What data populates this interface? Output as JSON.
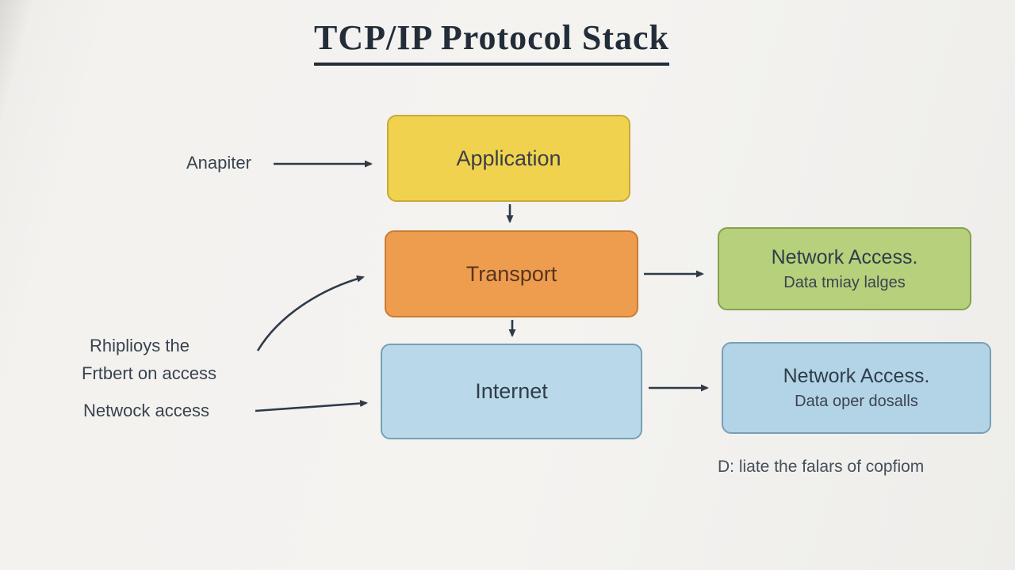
{
  "title": "TCP/IP Protocol Stack",
  "stack": {
    "application": {
      "label": "Application"
    },
    "transport": {
      "label": "Transport"
    },
    "internet": {
      "label": "Internet"
    }
  },
  "side_boxes": {
    "network_access_top": {
      "title": "Network Access.",
      "subtitle": "Data tmiay lalges"
    },
    "network_access_bottom": {
      "title": "Network Access.",
      "subtitle": "Data oper dosalls"
    }
  },
  "annotations": {
    "application_note": "Anapiter",
    "transport_note_line1": "Rhiplioys the",
    "transport_note_line2": "Frtbert on access",
    "internet_note": "Netwock access",
    "caption": "D: liate the falars of copfiom"
  },
  "colors": {
    "background": "#f3f2ef",
    "title_text": "#232d3a",
    "arrow": "#2e3a48",
    "application_fill": "#f0d24e",
    "application_border": "#c8a93c",
    "transport_fill": "#ee9d4f",
    "transport_border": "#c97c2f",
    "internet_fill": "#b9d9ea",
    "internet_border": "#76a0b5",
    "network_access_green_fill": "#b7d07c",
    "network_access_green_border": "#85a24d",
    "network_access_blue_fill": "#b3d4e6",
    "network_access_blue_border": "#76a0b5"
  }
}
